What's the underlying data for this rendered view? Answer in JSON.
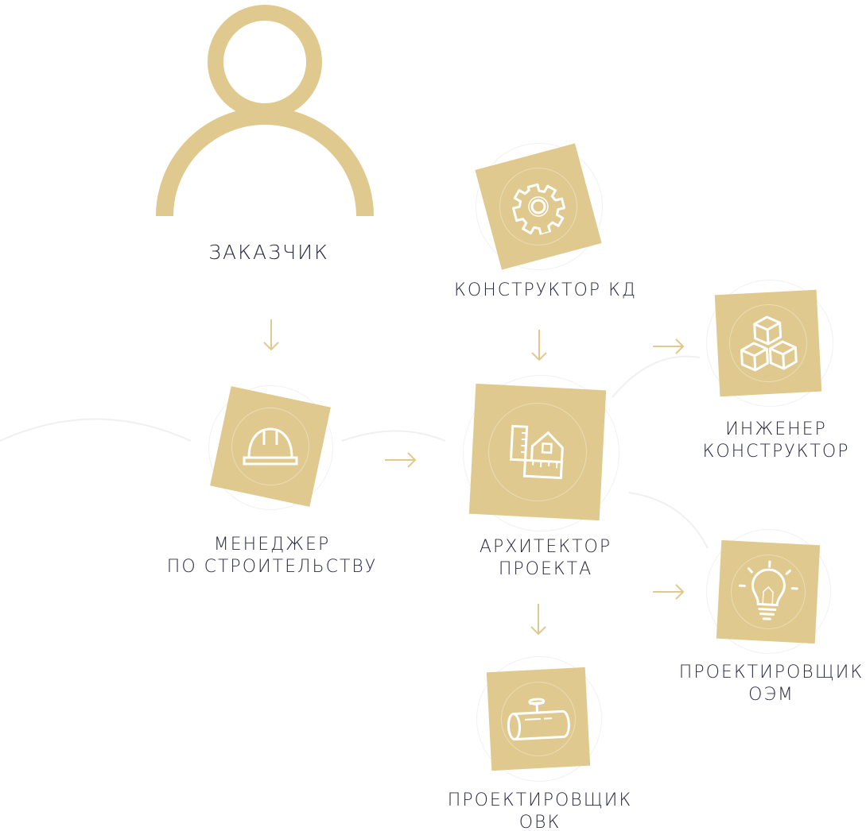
{
  "colors": {
    "accent": "#dfc98e",
    "text": "#2b2b45"
  },
  "nodes": {
    "client": {
      "label": "ЗАКАЗЧИК",
      "icon": "person-icon"
    },
    "manager": {
      "line1": "МЕНЕДЖЕР",
      "line2": "ПО СТРОИТЕЛЬСТВУ",
      "icon": "hard-hat-icon"
    },
    "designer_kd": {
      "label": "КОНСТРУКТОР КД",
      "icon": "gear-icon"
    },
    "architect": {
      "line1": "АРХИТЕКТОР",
      "line2": "ПРОЕКТА",
      "icon": "ruler-house-icon"
    },
    "engineer": {
      "line1": "ИНЖЕНЕР",
      "line2": "КОНСТРУКТОР",
      "icon": "cubes-icon"
    },
    "oem": {
      "line1": "ПРОЕКТИРОВЩИК",
      "line2": "ОЭМ",
      "icon": "lightbulb-icon"
    },
    "ovk": {
      "line1": "ПРОЕКТИРОВЩИК",
      "line2": "ОВК",
      "icon": "pipe-icon"
    }
  }
}
